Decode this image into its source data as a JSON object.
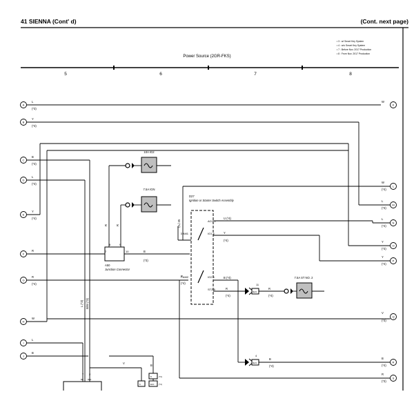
{
  "header": {
    "title": "41  SIENNA (Cont' d)",
    "continued": "(Cont.  next page)",
    "section_title": "Power Source (2GR-FKS)"
  },
  "notes": [
    "• 3 : w/ Smart Key System",
    "• 4 : w/o Smart Key System",
    "• 7 : Before Nov.  2017 Production",
    "• 8 : From Nov.  2017 Production"
  ],
  "columns": [
    "5",
    "6",
    "7",
    "8"
  ],
  "fuses": {
    "ig": "10A IG2",
    "ign": "7.5A IGN",
    "st": "7.5A ST NO. 2"
  },
  "ignition_switch": {
    "code": "D27",
    "name": "Ignition or Starter\nSwitch Assembly",
    "wire_label": "W\n(*4)",
    "pins": {
      "acc2": "ACC 2",
      "am1": "3 AM1",
      "ig1": "IG1 4",
      "am2": "7 AM2",
      "ig2": "IG2 6",
      "st2": "ST2 8"
    }
  },
  "junction_connector": {
    "code": "A50",
    "name": "Junction Connector",
    "pins": {
      "p7": "7",
      "p8": "8",
      "p9": "9",
      "p10": "10"
    }
  },
  "left_circles": [
    {
      "letter": "A",
      "wire": "L",
      "tag": "(*3)"
    },
    {
      "letter": "B",
      "wire": "Y",
      "tag": "(*3)"
    },
    {
      "letter": "C",
      "wire": "B",
      "tag": "(*3)"
    },
    {
      "letter": "D",
      "wire": "L",
      "tag": "(*3)"
    },
    {
      "letter": "E",
      "wire": "Y",
      "tag": "(*4)"
    },
    {
      "letter": "F",
      "wire": "R",
      "tag": ""
    },
    {
      "letter": "G",
      "wire": "R",
      "tag": "(*4)"
    },
    {
      "letter": "H",
      "wire": "W",
      "tag": ""
    },
    {
      "letter": "I",
      "wire": "L",
      "tag": ""
    },
    {
      "letter": "J",
      "wire": "B",
      "tag": ""
    }
  ],
  "right_circles": [
    {
      "letter": "K",
      "wire": "W",
      "tag": ""
    },
    {
      "letter": "L",
      "wire": "W",
      "tag": "(*4)"
    },
    {
      "letter": "M",
      "wire": "L",
      "tag": "(*3)"
    },
    {
      "letter": "N",
      "wire": "L",
      "tag": "(*4)"
    },
    {
      "letter": "O",
      "wire": "Y",
      "tag": "(*3)"
    },
    {
      "letter": "P",
      "wire": "Y",
      "tag": "(*4)"
    },
    {
      "letter": "Q",
      "wire": "V",
      "tag": "(*3)"
    },
    {
      "letter": "R",
      "wire": "B",
      "tag": "(*4)"
    },
    {
      "letter": "S",
      "wire": "R",
      "tag": "(*3)"
    }
  ],
  "wire_labels": {
    "r1": "R",
    "r2": "R",
    "b_j": "B",
    "b_j_tag": "(*3)",
    "ul": "U (*4)",
    "y": "Y",
    "y_tag": "(*4)",
    "r_am2": "R",
    "r_am2_tag": "(*4)",
    "b4": "B (*4)",
    "r_st": "R",
    "r_st_tag": "(*4)",
    "r_st2": "R",
    "r_st2_tag": "(*4)",
    "b_out": "B",
    "b_out_tag": "(*4)",
    "v": "V",
    "b_low": "B",
    "vert1": "L (*3)",
    "vert2": "B/W (*3)"
  },
  "connectors": {
    "c1": "11",
    "c1_id": "IE21",
    "c2": "4",
    "c2_id": "IE21",
    "bottom_pins": [
      "7",
      "2"
    ],
    "bottom_ids": [
      "6D",
      "6E2"
    ],
    "bottom_right": [
      "B",
      "(*3)"
    ],
    "bottom_right_pins": [
      "6",
      "8",
      "E10",
      "(*4)"
    ]
  }
}
